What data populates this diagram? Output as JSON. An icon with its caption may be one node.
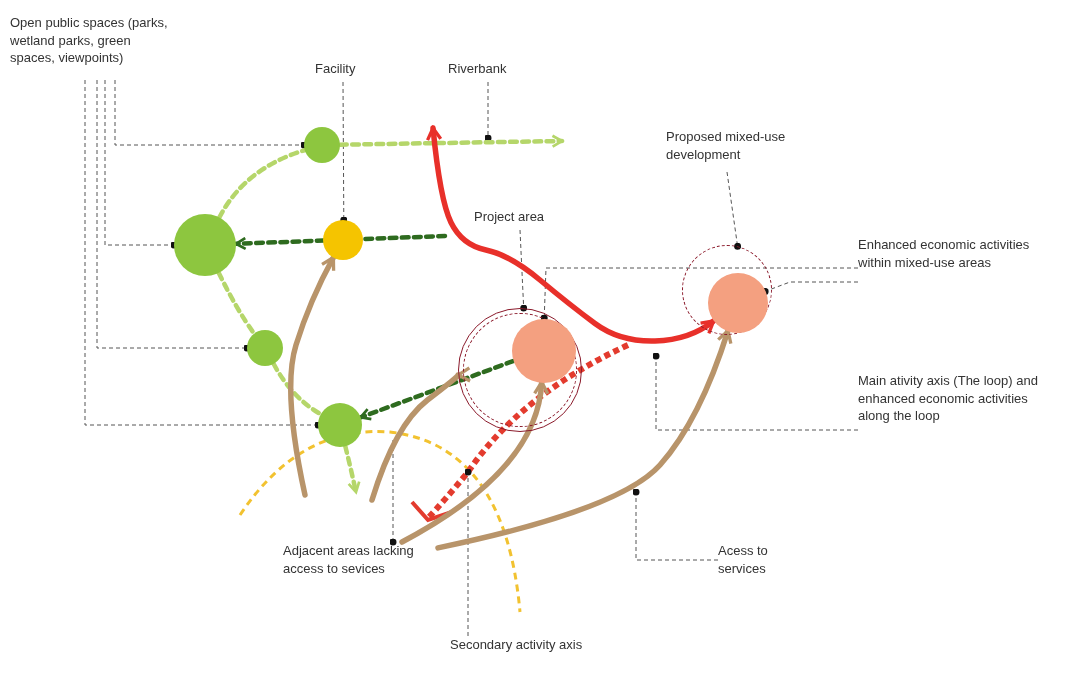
{
  "diagram": {
    "nodes": [
      {
        "text": [
          "Open public spaces (parks, wetland parks, green spaces, viewpoints)"
        ]
      },
      {
        "text": [
          "Facility"
        ]
      },
      {
        "text": [
          "Riverbank"
        ]
      },
      {
        "text": [
          "Proposed mixed-use development"
        ]
      },
      {
        "text": [
          "Project area"
        ]
      },
      {
        "text": [
          "Enhanced economic activities within mixed-use areas"
        ]
      },
      {
        "text": [
          "Main ativity axis (The loop) and enhanced economic activities along the loop"
        ]
      },
      {
        "text": [
          "Acess to services"
        ]
      },
      {
        "text": [
          "Adjacent areas lacking access to sevices"
        ]
      },
      {
        "text": [
          "Secondary activity axis"
        ]
      },
      {
        "text": [],
        "shape": "circle"
      },
      {
        "text": [],
        "shape": "circle"
      },
      {
        "text": [],
        "shape": "circle"
      },
      {
        "text": [],
        "shape": "circle"
      },
      {
        "text": [],
        "shape": "circle"
      },
      {
        "text": [],
        "shape": "circle"
      },
      {
        "text": [],
        "shape": "circle",
        "in": 15
      },
      {
        "text": [],
        "shape": "circle"
      },
      {
        "text": [],
        "shape": "circle",
        "in": 17
      }
    ],
    "edges": [
      {
        "from": 0,
        "to": 10,
        "arrow": "other",
        "style": "dashed"
      },
      {
        "from": 0,
        "to": 11,
        "arrow": "other",
        "style": "dashed"
      },
      {
        "from": 0,
        "to": 13,
        "arrow": "other",
        "style": "dashed"
      },
      {
        "from": 0,
        "to": 14,
        "arrow": "other",
        "style": "dashed"
      },
      {
        "from": 1,
        "to": 12,
        "arrow": "other",
        "style": "dashed"
      },
      {
        "from": 2,
        "to": null,
        "arrow": "other",
        "style": "dashed"
      },
      {
        "from": 3,
        "to": 17,
        "arrow": "other",
        "style": "dashed"
      },
      {
        "from": 4,
        "to": 15,
        "arrow": "other",
        "style": "dashed"
      },
      {
        "from": 5,
        "to": 18,
        "arrow": "other",
        "style": "dashed"
      },
      {
        "from": 5,
        "to": 16,
        "arrow": "other",
        "style": "dashed"
      },
      {
        "from": 6,
        "to": null,
        "arrow": "other",
        "style": "dashed"
      },
      {
        "from": 7,
        "to": null,
        "arrow": "other",
        "style": "dashed"
      },
      {
        "from": null,
        "to": 8,
        "arrow": "other",
        "style": "dashed"
      },
      {
        "from": 9,
        "to": null,
        "arrow": "other",
        "style": "dashed"
      },
      {
        "from": null,
        "to": 11,
        "arrow": "to",
        "style": "dashed",
        "color": "#2e6b1f"
      },
      {
        "from": 16,
        "to": 14,
        "arrow": "to",
        "style": "dashed",
        "color": "#2e6b1f"
      },
      {
        "from": 11,
        "to": 10,
        "arrow": "none",
        "style": "dashed",
        "color": "#b5d66a"
      },
      {
        "from": 10,
        "to": null,
        "arrow": "to",
        "style": "dashed",
        "color": "#b5d66a"
      },
      {
        "from": 11,
        "to": 13,
        "arrow": "none",
        "style": "dashed",
        "color": "#b5d66a"
      },
      {
        "from": 13,
        "to": 14,
        "arrow": "none",
        "style": "dashed",
        "color": "#b5d66a"
      },
      {
        "from": 14,
        "to": null,
        "arrow": "to",
        "style": "dashed",
        "color": "#b5d66a"
      },
      {
        "from": null,
        "to": 18,
        "arrow": "both",
        "style": "thick",
        "color": "#e8302a"
      },
      {
        "from": null,
        "to": 12,
        "arrow": "to",
        "style": "thick",
        "color": "#b8946a"
      },
      {
        "from": null,
        "to": 15,
        "arrow": "to",
        "style": "thick",
        "color": "#b8946a"
      },
      {
        "from": 8,
        "to": 16,
        "arrow": "to",
        "style": "thick",
        "color": "#b8946a"
      },
      {
        "from": 8,
        "to": 18,
        "arrow": "to",
        "style": "thick",
        "color": "#b8946a"
      }
    ]
  }
}
